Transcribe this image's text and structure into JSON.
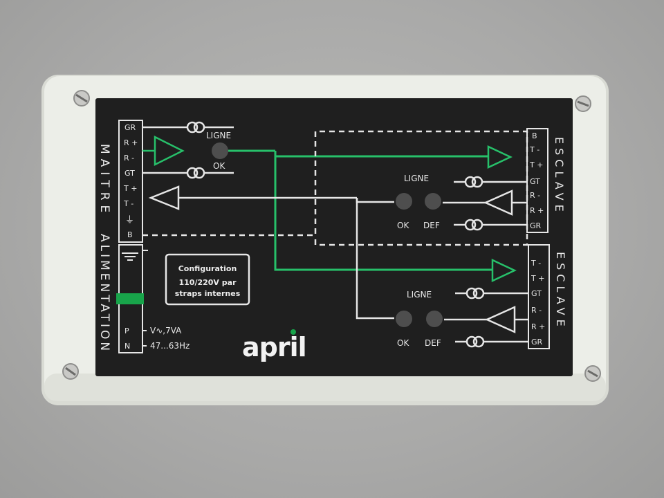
{
  "device": {
    "logo": "april",
    "colors": {
      "panel": "#1f1f1f",
      "lines": "#e6e6e6",
      "signal_green": "#27c06a",
      "indicator_green": "#18a44a",
      "enclosure": "#eceee8"
    },
    "left": {
      "side_label_maitre": "MAITRE",
      "side_label_alimentation": "ALIMENTATION",
      "terminals": [
        "GR",
        "R +",
        "R -",
        "GT",
        "T +",
        "T -",
        "⏚",
        "B"
      ],
      "power_terminals": [
        "P",
        "N"
      ],
      "power_spec": "V∿,7VA",
      "frequency": "47...63Hz",
      "ligne_label": "LIGNE",
      "ok_label": "OK"
    },
    "config_box": {
      "line1": "Configuration",
      "line2": "110/220V par",
      "line3": "straps internes"
    },
    "slave1": {
      "side_label": "ESCLAVE",
      "terminals": [
        "B",
        "T -",
        "T +",
        "GT",
        "R -",
        "R +",
        "GR"
      ],
      "ligne_label": "LIGNE",
      "ok_label": "OK",
      "def_label": "DEF"
    },
    "slave2": {
      "side_label": "ESCLAVE",
      "terminals": [
        "T -",
        "T +",
        "GT",
        "R -",
        "R +",
        "GR"
      ],
      "ligne_label": "LIGNE",
      "ok_label": "OK",
      "def_label": "DEF"
    }
  }
}
